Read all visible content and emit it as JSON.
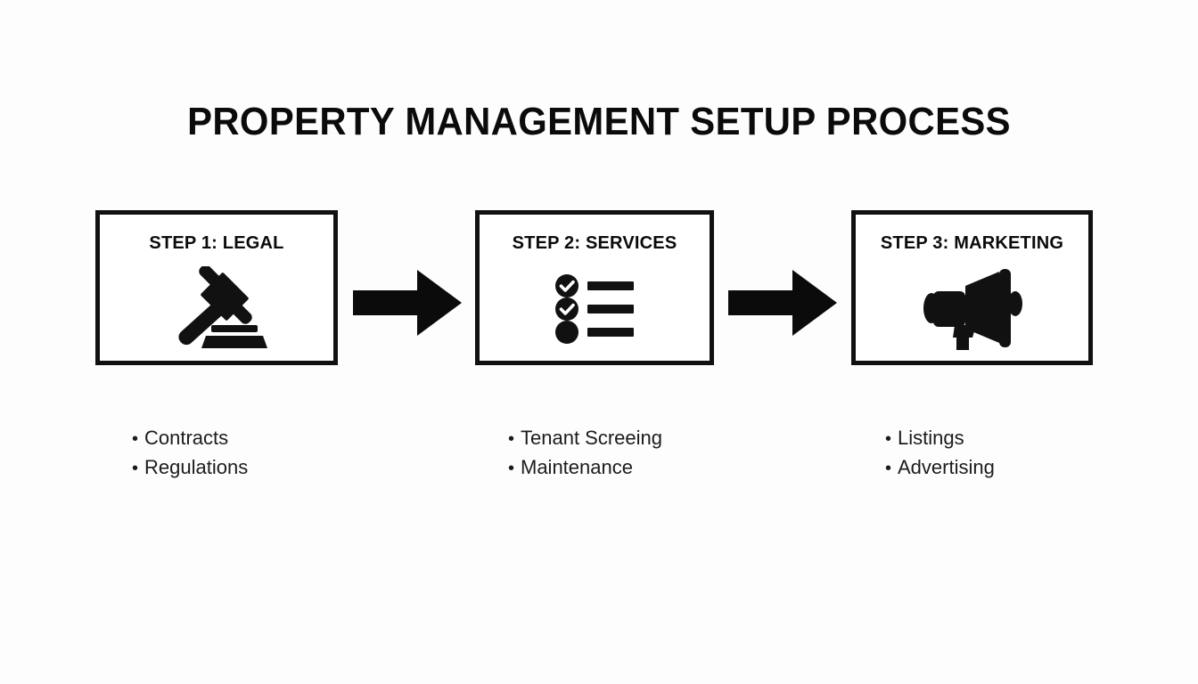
{
  "slide": {
    "title": "PROPERTY MANAGEMENT SETUP PROCESS",
    "background_color": "#fdfdfd",
    "ink_color": "#111111"
  },
  "steps": [
    {
      "heading": "STEP 1: LEGAL",
      "icon": "gavel-icon",
      "bullets": [
        "Contracts",
        "Regulations"
      ]
    },
    {
      "heading": "STEP 2: SERVICES",
      "icon": "checklist-icon",
      "bullets": [
        "Tenant Screeing",
        "Maintenance"
      ]
    },
    {
      "heading": "STEP 3: MARKETING",
      "icon": "megaphone-icon",
      "bullets": [
        "Listings",
        "Advertising"
      ]
    }
  ],
  "connectors": [
    {
      "name": "arrow-step1-to-step2",
      "direction": "right"
    },
    {
      "name": "arrow-step2-to-step3",
      "direction": "right"
    }
  ],
  "bullet_marker": "•"
}
